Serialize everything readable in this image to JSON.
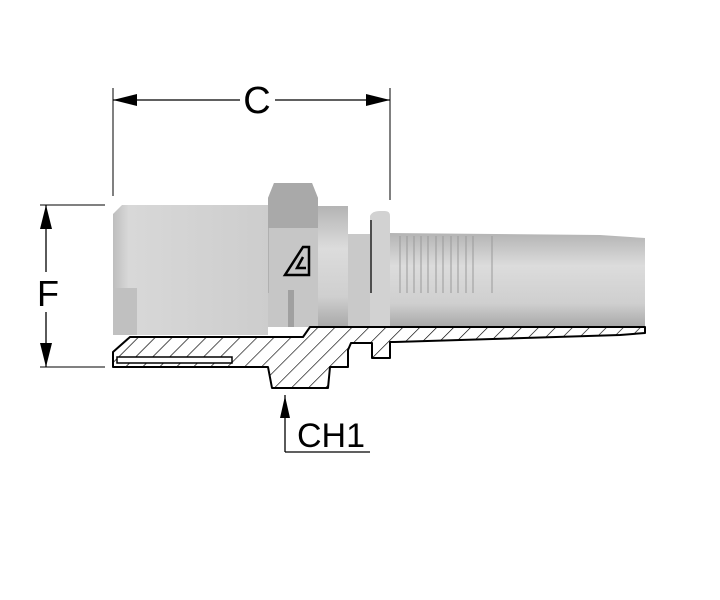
{
  "drawing": {
    "dimensions": {
      "length_label": "C",
      "diameter_label": "F",
      "hex_label": "CH1"
    },
    "logo_icon": "manufacturer-logo"
  }
}
